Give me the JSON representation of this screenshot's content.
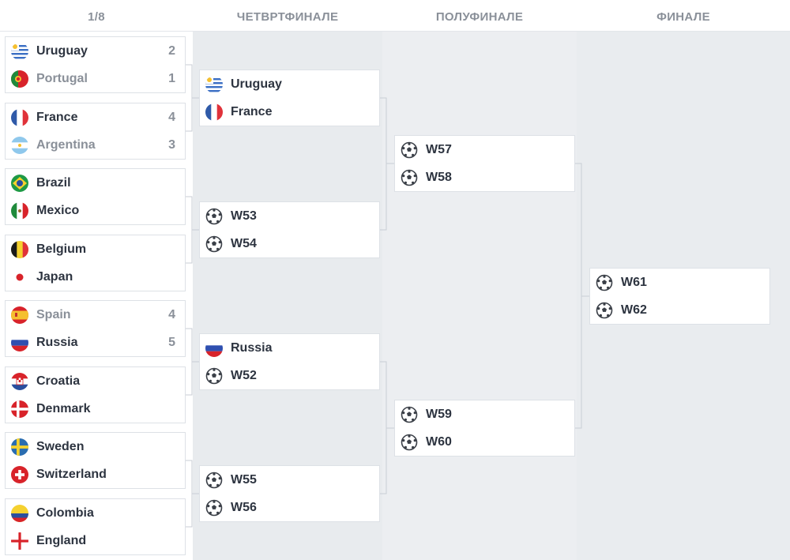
{
  "rounds": [
    "1/8",
    "ЧЕТВРТФИНАЛЕ",
    "ПОЛУФИНАЛЕ",
    "ФИНАЛЕ"
  ],
  "round_of_16": [
    {
      "home": {
        "name": "Uruguay",
        "flag": "uruguay-flag",
        "score": "2"
      },
      "away": {
        "name": "Portugal",
        "flag": "portugal-flag",
        "score": "1"
      }
    },
    {
      "home": {
        "name": "France",
        "flag": "france-flag",
        "score": "4"
      },
      "away": {
        "name": "Argentina",
        "flag": "argentina-flag",
        "score": "3"
      }
    },
    {
      "home": {
        "name": "Brazil",
        "flag": "brazil-flag",
        "score": ""
      },
      "away": {
        "name": "Mexico",
        "flag": "mexico-flag",
        "score": ""
      }
    },
    {
      "home": {
        "name": "Belgium",
        "flag": "belgium-flag",
        "score": ""
      },
      "away": {
        "name": "Japan",
        "flag": "japan-flag",
        "score": ""
      }
    },
    {
      "home": {
        "name": "Spain",
        "flag": "spain-flag",
        "score": "4"
      },
      "away": {
        "name": "Russia",
        "flag": "russia-flag",
        "score": "5"
      }
    },
    {
      "home": {
        "name": "Croatia",
        "flag": "croatia-flag",
        "score": ""
      },
      "away": {
        "name": "Denmark",
        "flag": "denmark-flag",
        "score": ""
      }
    },
    {
      "home": {
        "name": "Sweden",
        "flag": "sweden-flag",
        "score": ""
      },
      "away": {
        "name": "Switzerland",
        "flag": "switzerland-flag",
        "score": ""
      }
    },
    {
      "home": {
        "name": "Colombia",
        "flag": "colombia-flag",
        "score": ""
      },
      "away": {
        "name": "England",
        "flag": "england-flag",
        "score": ""
      }
    }
  ],
  "quarterfinals": [
    {
      "home": {
        "name": "Uruguay",
        "flag": "uruguay-flag"
      },
      "away": {
        "name": "France",
        "flag": "france-flag"
      }
    },
    {
      "home": {
        "name": "W53",
        "flag": "soccer-ball-icon"
      },
      "away": {
        "name": "W54",
        "flag": "soccer-ball-icon"
      }
    },
    {
      "home": {
        "name": "Russia",
        "flag": "russia-flag"
      },
      "away": {
        "name": "W52",
        "flag": "soccer-ball-icon"
      }
    },
    {
      "home": {
        "name": "W55",
        "flag": "soccer-ball-icon"
      },
      "away": {
        "name": "W56",
        "flag": "soccer-ball-icon"
      }
    }
  ],
  "semifinals": [
    {
      "home": {
        "name": "W57",
        "flag": "soccer-ball-icon"
      },
      "away": {
        "name": "W58",
        "flag": "soccer-ball-icon"
      }
    },
    {
      "home": {
        "name": "W59",
        "flag": "soccer-ball-icon"
      },
      "away": {
        "name": "W60",
        "flag": "soccer-ball-icon"
      }
    }
  ],
  "final": [
    {
      "home": {
        "name": "W61",
        "flag": "soccer-ball-icon"
      },
      "away": {
        "name": "W62",
        "flag": "soccer-ball-icon"
      }
    }
  ],
  "colors": {
    "header_text": "#8a9099",
    "team_text": "#2d3440",
    "loser_text": "#8a9099",
    "connector": "#c9ced5"
  }
}
